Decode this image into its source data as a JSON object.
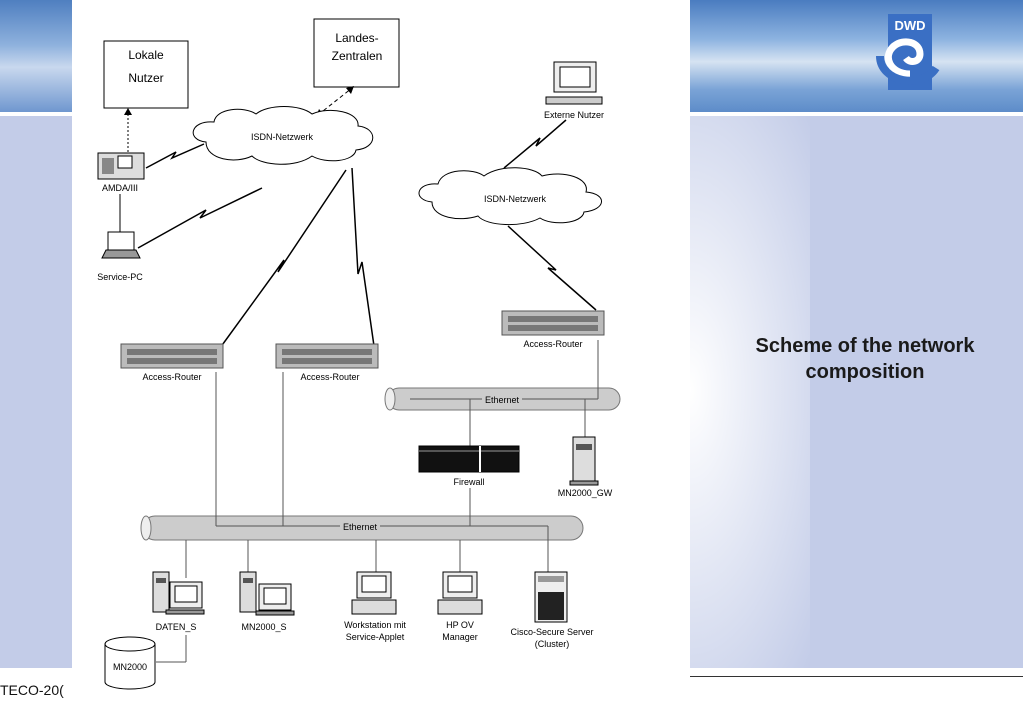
{
  "slide": {
    "title": "Scheme of the network composition",
    "footer": "TECO-20(",
    "logo_text": "DWD"
  },
  "diagram": {
    "boxes": {
      "lokale": [
        "Lokale",
        "Nutzer"
      ],
      "landes": [
        "Landes-",
        "Zentralen"
      ]
    },
    "clouds": {
      "isdn_left": "ISDN-Netzwerk",
      "isdn_right": "ISDN-Netzwerk"
    },
    "labels": {
      "amda": "AMDA/III",
      "service_pc": "Service-PC",
      "externe": "Externe Nutzer",
      "router_right": "Access-Router",
      "router_left1": "Access-Router",
      "router_left2": "Access-Router",
      "ethernet_top": "Ethernet",
      "ethernet_bottom": "Ethernet",
      "firewall": "Firewall",
      "mn2000_gw": "MN2000_GW",
      "daten_s": "DATEN_S",
      "mn2000_s": "MN2000_S",
      "workstation": [
        "Workstation mit",
        "Service-Applet"
      ],
      "hp_ov": [
        "HP OV",
        "Manager"
      ],
      "cisco": [
        "Cisco-Secure Server",
        "(Cluster)"
      ],
      "mn2000_db": "MN2000"
    }
  },
  "colors": {
    "panel": "#c3cce8",
    "logo_blue": "#3a6fc4"
  }
}
